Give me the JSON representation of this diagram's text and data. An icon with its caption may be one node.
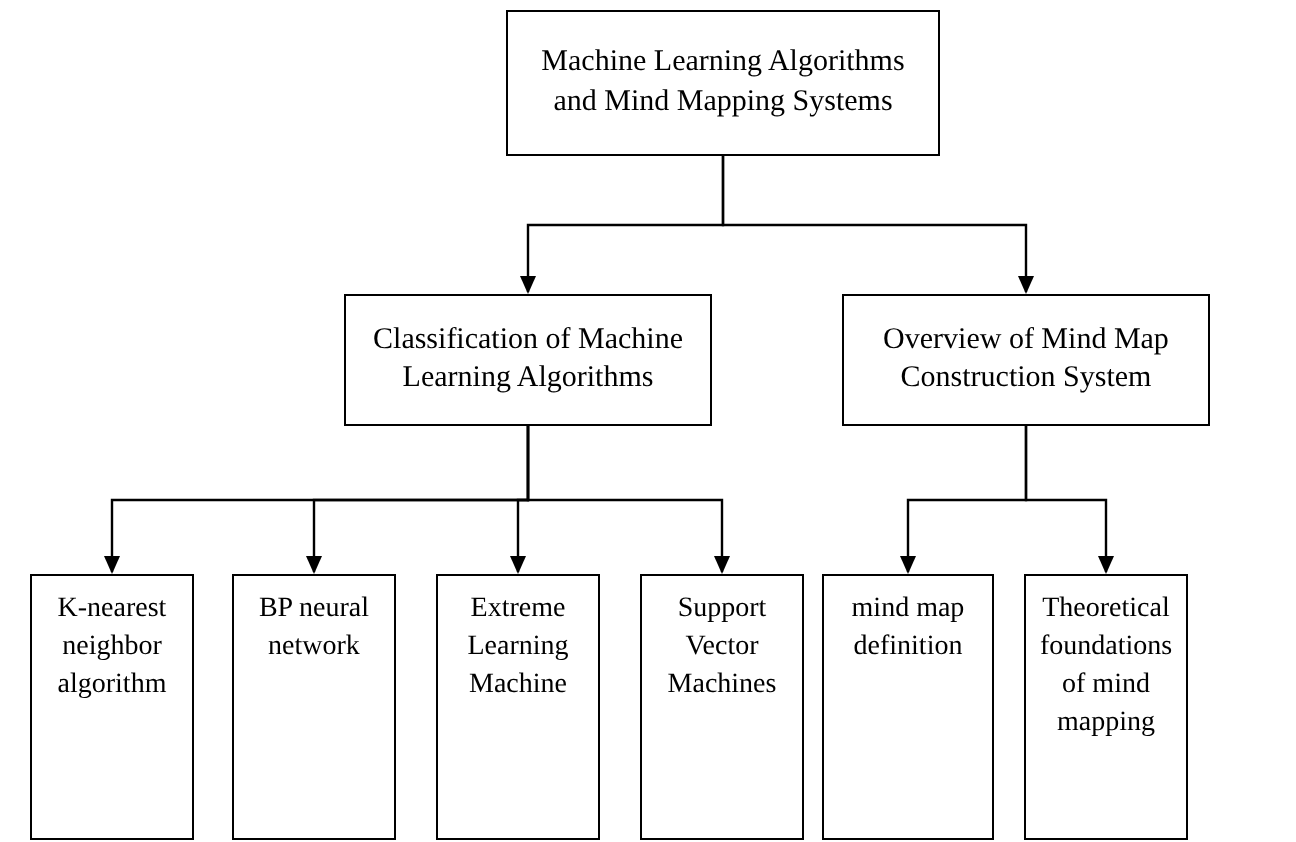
{
  "diagram": {
    "nodes": [
      {
        "text": [
          "Machine Learning Algorithms and Mind Mapping Systems"
        ]
      },
      {
        "text": [
          "Classification of Machine Learning Algorithms"
        ]
      },
      {
        "text": [
          "Overview of Mind Map Construction System"
        ]
      },
      {
        "text": [
          "K-nearest neighbor algorithm"
        ]
      },
      {
        "text": [
          "BP neural network"
        ]
      },
      {
        "text": [
          "Extreme Learning Machine"
        ]
      },
      {
        "text": [
          "Support Vector Machines"
        ]
      },
      {
        "text": [
          "mind map definition"
        ]
      },
      {
        "text": [
          "Theoretical foundations of mind mapping"
        ]
      }
    ],
    "edges": [
      {
        "from": 0,
        "to": 1,
        "arrow": "to"
      },
      {
        "from": 0,
        "to": 2,
        "arrow": "to"
      },
      {
        "from": 1,
        "to": 3,
        "arrow": "to"
      },
      {
        "from": 1,
        "to": 4,
        "arrow": "to"
      },
      {
        "from": 1,
        "to": 5,
        "arrow": "to"
      },
      {
        "from": 1,
        "to": 6,
        "arrow": "to"
      },
      {
        "from": 2,
        "to": 7,
        "arrow": "to"
      },
      {
        "from": 2,
        "to": 8,
        "arrow": "to"
      }
    ]
  }
}
